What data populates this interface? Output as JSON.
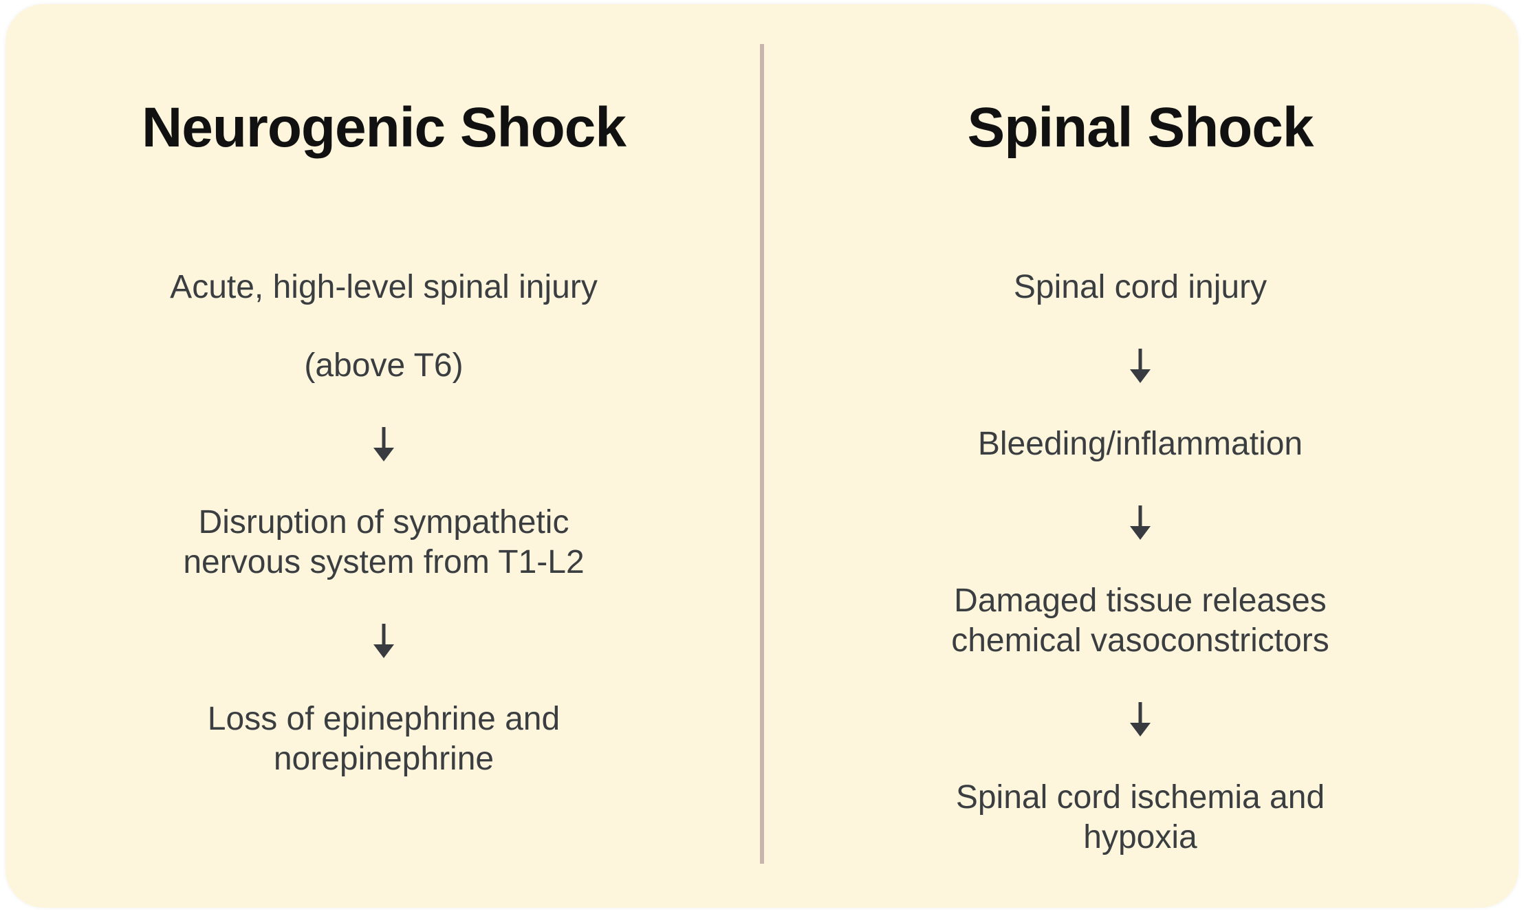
{
  "page": {
    "background": "#ffffff"
  },
  "card": {
    "background": "#fdf6dd",
    "divider_color": "#c7b5ae"
  },
  "text_colors": {
    "title": "#111111",
    "body": "#3b3e41",
    "arrow": "#383c40"
  },
  "columns": [
    {
      "title": "Neurogenic Shock",
      "steps": [
        {
          "type": "text",
          "lines": [
            "Acute, high-level spinal injury"
          ]
        },
        {
          "type": "text",
          "lines": [
            "(above T6)"
          ]
        },
        {
          "type": "arrow"
        },
        {
          "type": "text",
          "lines": [
            "Disruption of sympathetic",
            "nervous system from T1-L2"
          ]
        },
        {
          "type": "arrow"
        },
        {
          "type": "text",
          "lines": [
            "Loss of epinephrine and",
            "norepinephrine"
          ]
        }
      ]
    },
    {
      "title": "Spinal Shock",
      "steps": [
        {
          "type": "text",
          "lines": [
            "Spinal cord injury"
          ]
        },
        {
          "type": "arrow"
        },
        {
          "type": "text",
          "lines": [
            "Bleeding/inflammation"
          ]
        },
        {
          "type": "arrow"
        },
        {
          "type": "text",
          "lines": [
            "Damaged tissue releases",
            "chemical vasoconstrictors"
          ]
        },
        {
          "type": "arrow"
        },
        {
          "type": "text",
          "lines": [
            "Spinal cord ischemia and",
            "hypoxia"
          ]
        }
      ]
    }
  ]
}
